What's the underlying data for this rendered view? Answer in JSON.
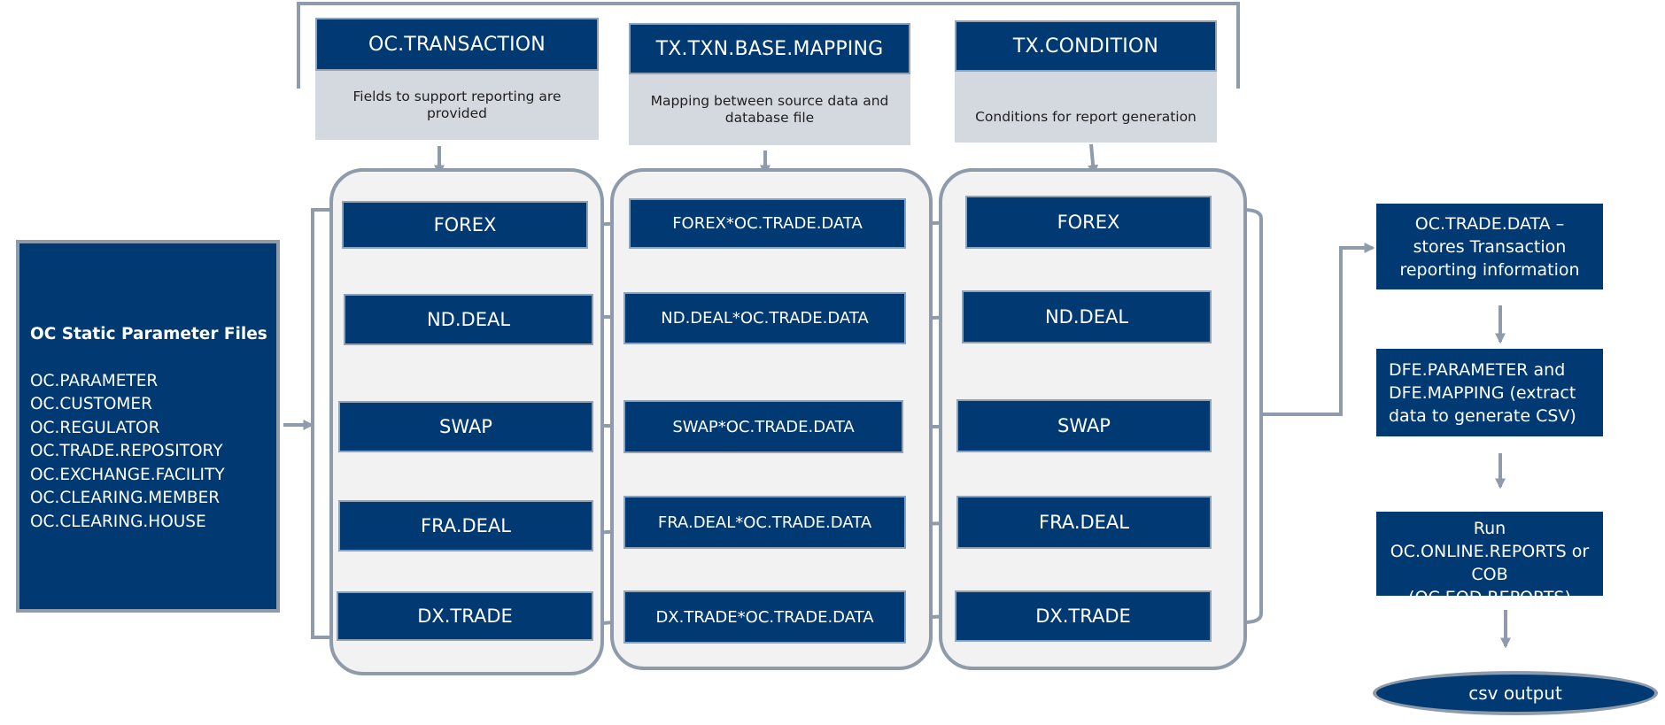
{
  "headers": [
    {
      "title": "OC.TRANSACTION",
      "description": "Fields to support reporting are provided"
    },
    {
      "title": "TX.TXN.BASE.MAPPING",
      "description": "Mapping between source data and database file"
    },
    {
      "title": "TX.CONDITION",
      "description": "Conditions for report generation"
    }
  ],
  "static_files": {
    "title": "OC Static Parameter Files",
    "items": [
      "OC.PARAMETER",
      "OC.CUSTOMER",
      "OC.REGULATOR",
      "OC.TRADE.REPOSITORY",
      "OC.EXCHANGE.FACILITY",
      "OC.CLEARING.MEMBER",
      "OC.CLEARING.HOUSE"
    ]
  },
  "transaction_column": [
    "FOREX",
    "ND.DEAL",
    "SWAP",
    "FRA.DEAL",
    "DX.TRADE"
  ],
  "mapping_column": [
    "FOREX*OC.TRADE.DATA",
    "ND.DEAL*OC.TRADE.DATA",
    "SWAP*OC.TRADE.DATA",
    "FRA.DEAL*OC.TRADE.DATA",
    "DX.TRADE*OC.TRADE.DATA"
  ],
  "condition_column": [
    "FOREX",
    "ND.DEAL",
    "SWAP",
    "FRA.DEAL",
    "DX.TRADE"
  ],
  "output_steps": [
    "OC.TRADE.DATA – stores Transaction reporting information",
    "DFE.PARAMETER and DFE.MAPPING (extract data to generate CSV)",
    "Run OC.ONLINE.REPORTS or COB (OC.EOD.REPORTS)"
  ],
  "final_output": "csv output",
  "colors": {
    "navy": "#013a72",
    "line": "#8d9bab",
    "panel": "#f2f2f2",
    "desc_bg": "#d4d8df"
  }
}
